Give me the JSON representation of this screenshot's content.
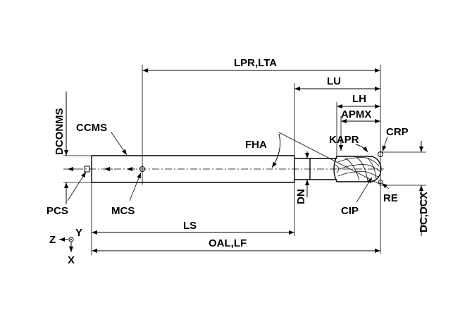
{
  "labels": {
    "lpr_lta": "LPR,LTA",
    "lu": "LU",
    "lh": "LH",
    "apmx": "APMX",
    "dconms": "DCONMS",
    "ccms": "CCMS",
    "fha": "FHA",
    "kapr": "KAPR",
    "crp": "CRP",
    "dn": "DN",
    "re": "RE",
    "dc_dcx": "DC,DCX",
    "pcs": "PCS",
    "mcs": "MCS",
    "cip": "CIP",
    "ls": "LS",
    "oal_lf": "OAL,LF",
    "axis_z": "Z",
    "axis_y": "Y",
    "axis_x": "X"
  }
}
